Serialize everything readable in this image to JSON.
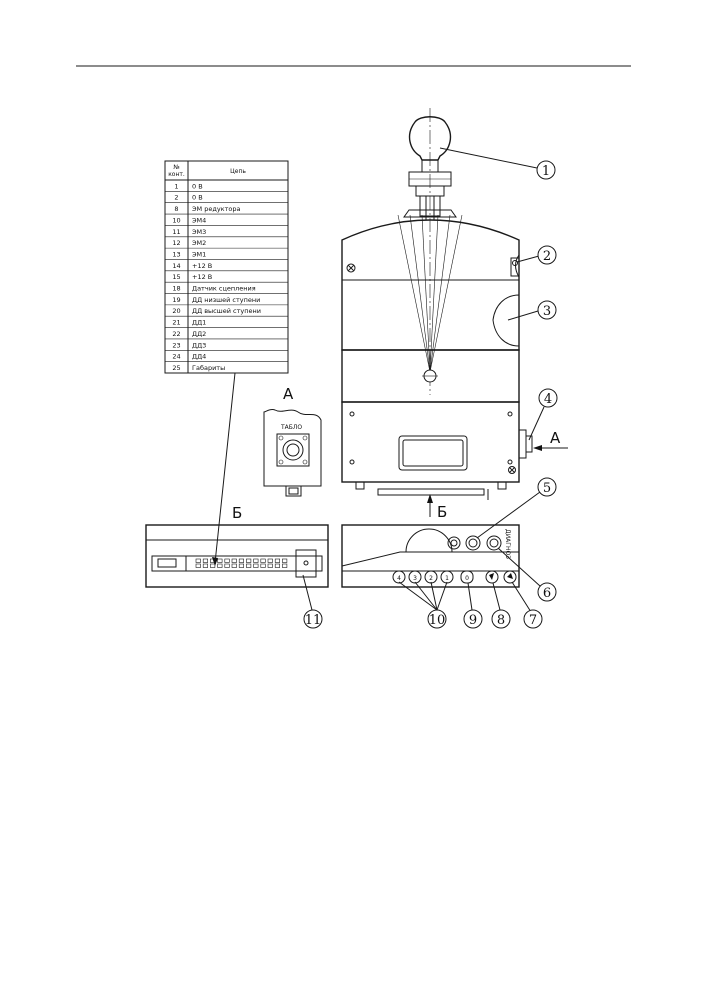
{
  "table": {
    "header_contact": "№ конт.",
    "header_circuit": "Цепь",
    "rows": [
      {
        "n": "1",
        "c": "0 В"
      },
      {
        "n": "2",
        "c": "0 В"
      },
      {
        "n": "8",
        "c": "ЭМ редуктора"
      },
      {
        "n": "10",
        "c": "ЭМ4"
      },
      {
        "n": "11",
        "c": "ЭМ3"
      },
      {
        "n": "12",
        "c": "ЭМ2"
      },
      {
        "n": "13",
        "c": "ЭМ1"
      },
      {
        "n": "14",
        "c": "+12 В"
      },
      {
        "n": "15",
        "c": "+12 В"
      },
      {
        "n": "18",
        "c": "Датчик сцепления"
      },
      {
        "n": "19",
        "c": "ДД низшей ступени"
      },
      {
        "n": "20",
        "c": "ДД высшей ступени"
      },
      {
        "n": "21",
        "c": "ДД1"
      },
      {
        "n": "22",
        "c": "ДД2"
      },
      {
        "n": "23",
        "c": "ДД3"
      },
      {
        "n": "24",
        "c": "ДД4"
      },
      {
        "n": "25",
        "c": "Габариты"
      }
    ]
  },
  "views": {
    "view_a": "А",
    "view_b": "Б",
    "arrow_a": "А",
    "arrow_b": "Б",
    "tablo": "ТАБЛО",
    "panel_text": "ДИАГНОЗ"
  },
  "callouts": [
    "1",
    "2",
    "3",
    "4",
    "5",
    "6",
    "7",
    "8",
    "9",
    "10",
    "11"
  ],
  "dial_numbers": [
    "4",
    "3",
    "2",
    "1",
    "0"
  ]
}
